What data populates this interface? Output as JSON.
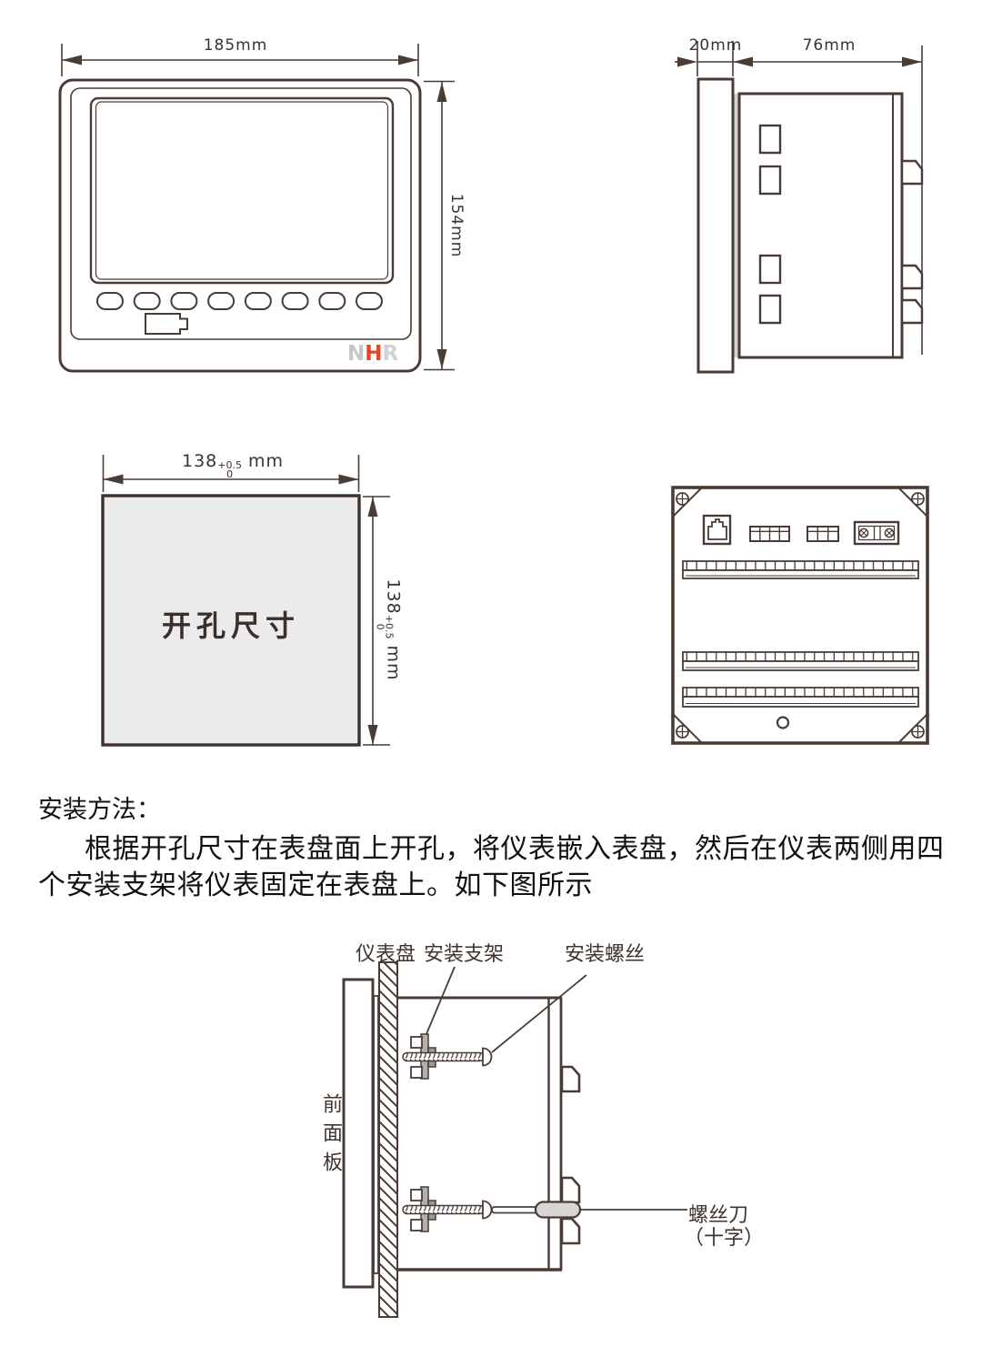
{
  "front_view": {
    "width_label": "185mm",
    "height_label": "154mm",
    "logo": {
      "n": "N",
      "h": "H",
      "r": "R"
    }
  },
  "side_view": {
    "bezel_depth_label": "20mm",
    "body_depth_label": "76mm"
  },
  "cutout": {
    "title": "开孔尺寸",
    "width_dim": {
      "base": "138",
      "sup": "+0.5",
      "sub": "0",
      "unit": "mm"
    },
    "height_dim": {
      "base": "138",
      "sup": "+0.5",
      "sub": "0",
      "unit": "mm"
    }
  },
  "instructions": {
    "heading": "安装方法：",
    "lines": [
      "根据开孔尺寸在表盘面上开孔，将仪表嵌入表盘，然后在仪表两侧用四",
      "个安装支架将仪表固定在表盘上。如下图所示"
    ]
  },
  "install_diagram": {
    "labels": {
      "panel": "仪表盘",
      "bracket": "安装支架",
      "screw": "安装螺丝",
      "front_panel": "前面板",
      "screwdriver": "螺丝刀",
      "screwdriver_type": "（十字）"
    }
  },
  "colors": {
    "line": "#4a3c35",
    "cutout_fill": "#ebebeb",
    "logo_n": "#c6c6c6",
    "logo_h": "#e8432c",
    "logo_r": "#d2d2d2",
    "bracket_gray": "#b3b1af",
    "handle_gray": "#d6d6d6"
  }
}
